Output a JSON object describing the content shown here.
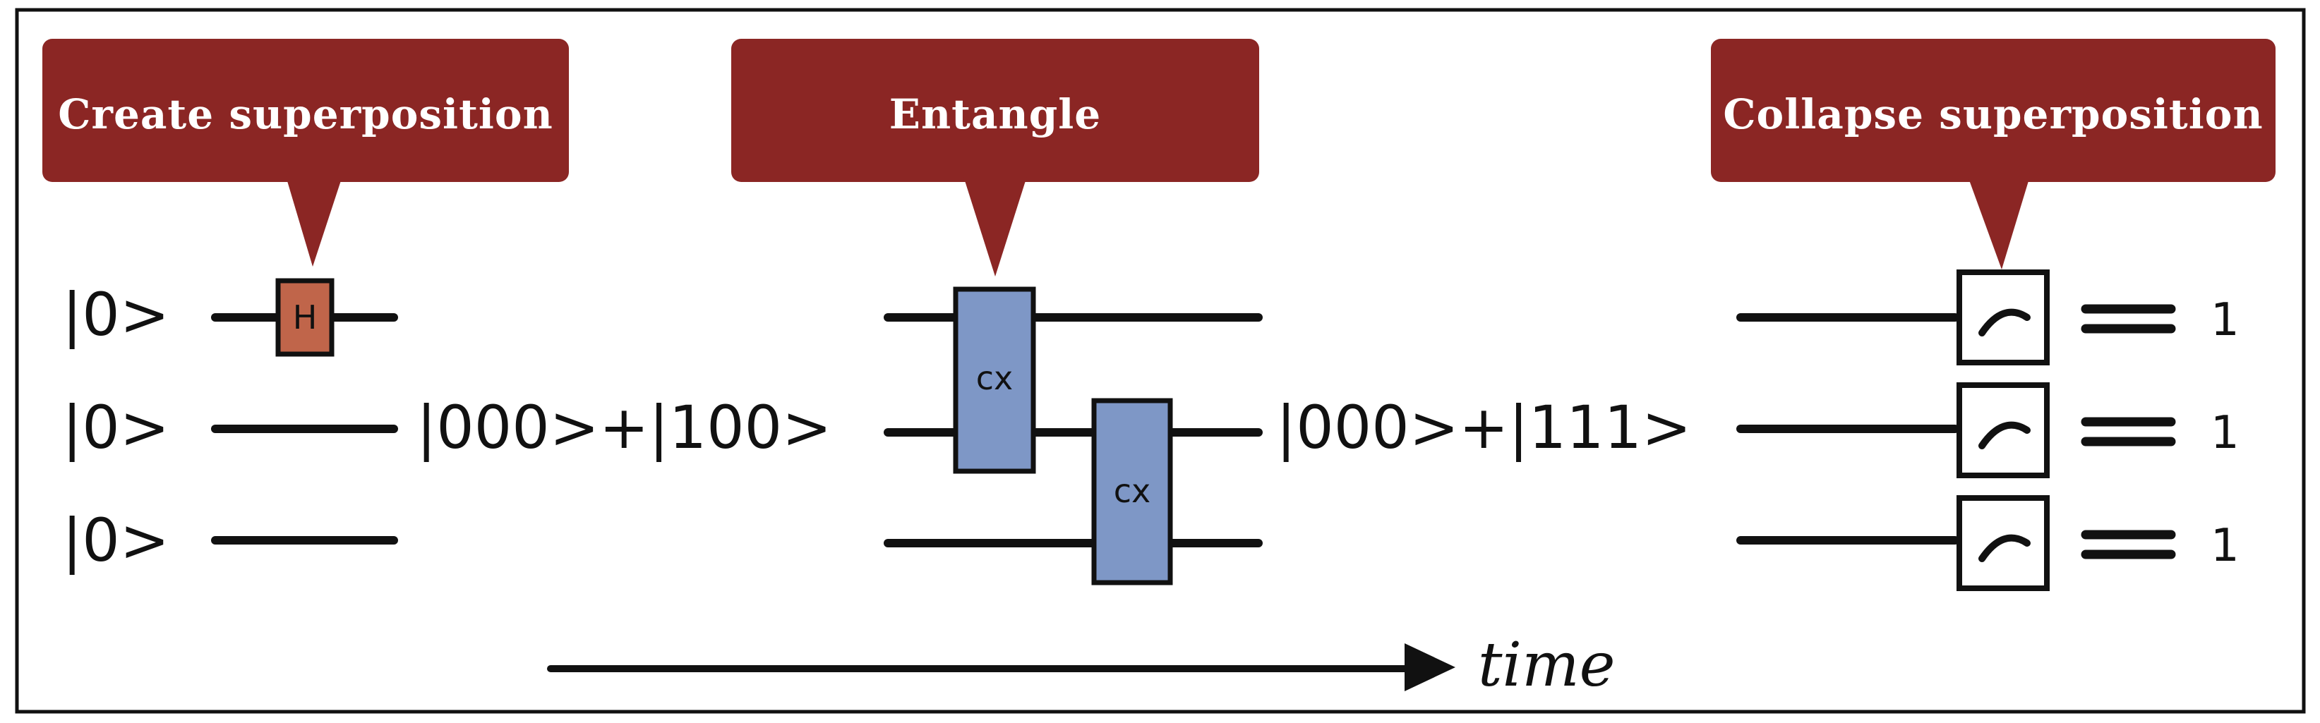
{
  "callouts": {
    "superposition": "Create superposition",
    "entangle": "Entangle",
    "collapse": "Collapse superposition"
  },
  "qubits": {
    "q0_init": "|0>",
    "q1_init": "|0>",
    "q2_init": "|0>"
  },
  "states": {
    "after_h": "|000>+|100>",
    "after_cx": "|000>+|111>"
  },
  "gates": {
    "hadamard": "H",
    "cx1": "cx",
    "cx2": "cx"
  },
  "results": {
    "q0": "1",
    "q1": "1",
    "q2": "1"
  },
  "axis": {
    "time_label": "time"
  },
  "colors": {
    "callout_bg": "#8b2624",
    "h_gate": "#c0654a",
    "cx_gate": "#7e97c6"
  },
  "icons": {
    "measure": "meter-icon",
    "arrow": "arrow-right-icon"
  }
}
